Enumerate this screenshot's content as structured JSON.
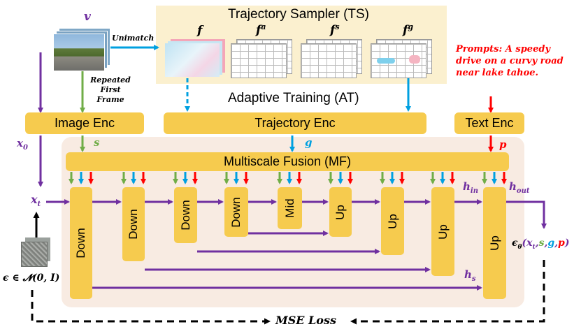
{
  "ts": {
    "title": "Trajectory Sampler (TS)"
  },
  "at": {
    "title": "Adaptive Training (AT)"
  },
  "flows": {
    "f": "f",
    "fa_base": "f",
    "fa_sup": "a",
    "fs_base": "f",
    "fs_sup": "s",
    "fg_base": "f",
    "fg_sup": "g"
  },
  "left": {
    "v": "v",
    "unimatch": "Unimatch",
    "repeated": "Repeated",
    "first": "First",
    "frame": "Frame"
  },
  "prompt": {
    "line1": "Prompts: A speedy",
    "line2": "drive on a curvy road",
    "line3": "near lake tahoe."
  },
  "encoders": {
    "image": "Image Enc",
    "trajectory": "Trajectory Enc",
    "text": "Text Enc"
  },
  "symbols": {
    "x0_base": "x",
    "x0_sub": "0",
    "s": "s",
    "g": "g",
    "p": "p",
    "xt_base": "x",
    "xt_sub": "t",
    "hin_base": "h",
    "hin_sub": "in",
    "hout_base": "h",
    "hout_sub": "out",
    "hs_base": "h",
    "hs_sub": "s"
  },
  "fusion": {
    "title": "Multiscale Fusion (MF)"
  },
  "unet": {
    "down": "Down",
    "mid": "Mid",
    "up": "Up"
  },
  "noise": {
    "label": "ϵ ∈ 𝓝(0, I)"
  },
  "output": {
    "eps": "ϵ",
    "theta": "θ",
    "open": "(",
    "x": "x",
    "t": "t",
    "comma": ",",
    "s": "s",
    "g": "g",
    "p": "p",
    "close": ")"
  },
  "loss": {
    "label": "MSE Loss"
  },
  "colors": {
    "block": "#f6cb4e",
    "panel_ts": "#fbf0cf",
    "panel_unet": "#f8ebe2",
    "purple": "#7030a0",
    "green": "#70ad47",
    "blue": "#00a0e0",
    "red": "#ff0000"
  }
}
